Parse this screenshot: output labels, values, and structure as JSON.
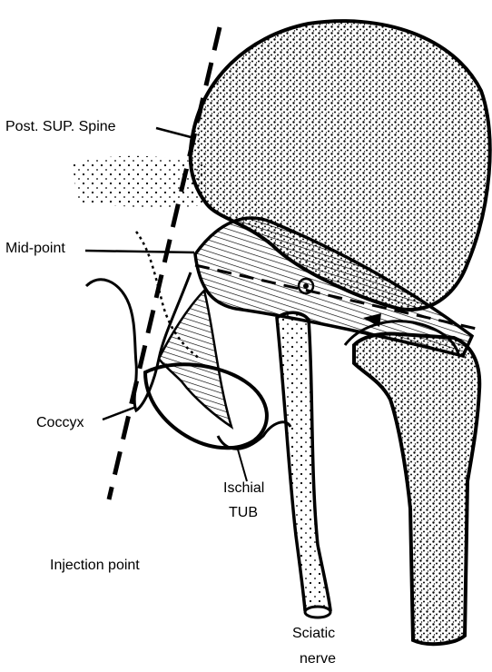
{
  "labels": {
    "post_sup_spine": "Post. SUP. Spine",
    "mid_point": "Mid-point",
    "coccyx": "Coccyx",
    "ischial_line1": "Ischial",
    "ischial_line2": "TUB",
    "injection_point": "Injection point",
    "sciatic_line1": "Sciatic",
    "sciatic_line2": "nerve"
  },
  "colors": {
    "ink": "#000000",
    "paper": "#ffffff"
  }
}
